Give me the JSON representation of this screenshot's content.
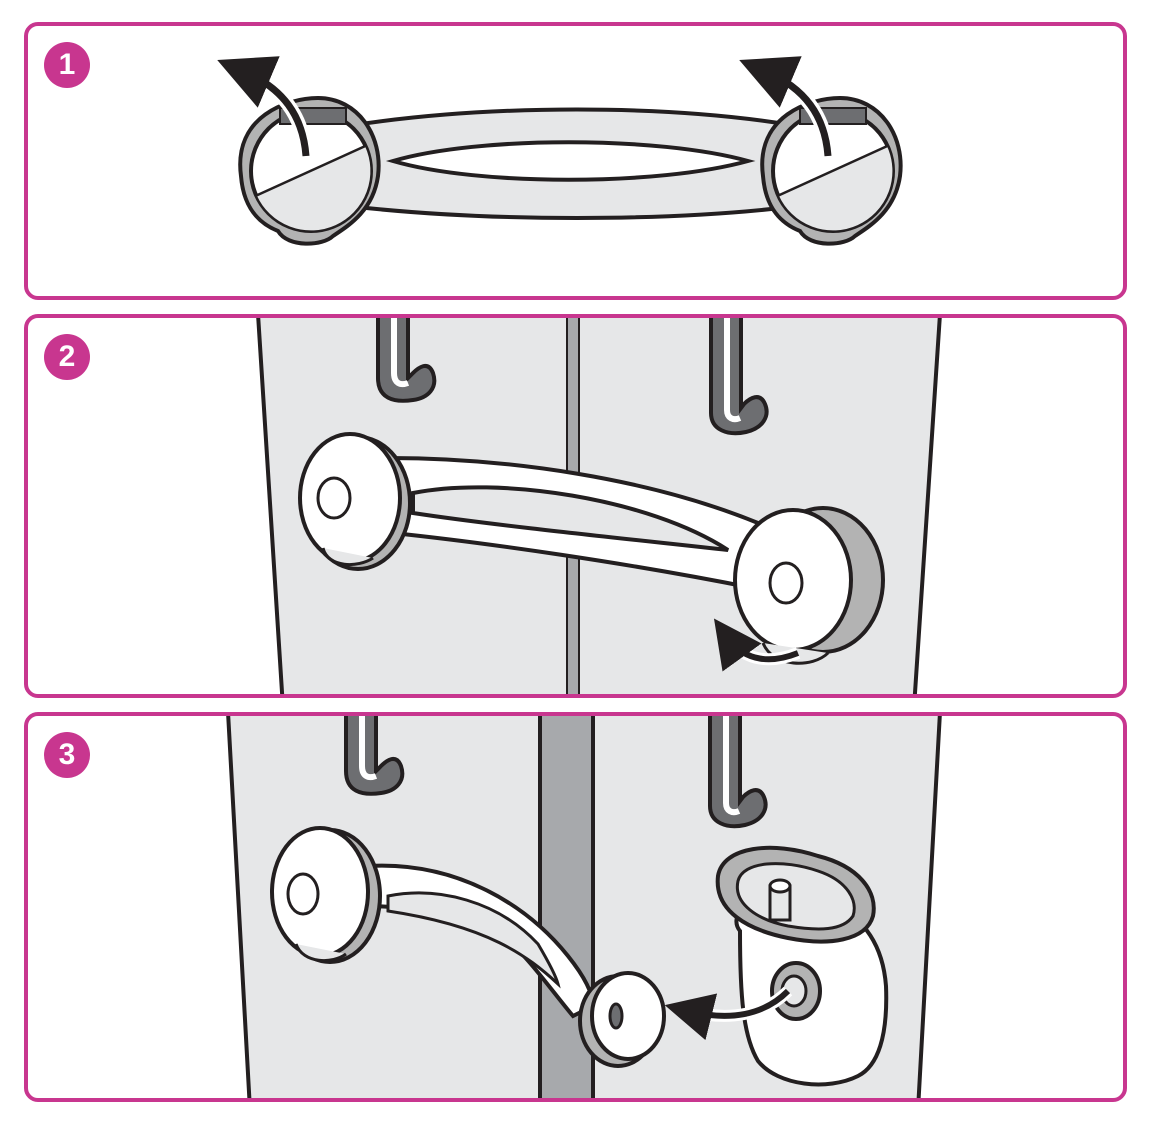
{
  "steps": [
    {
      "number": "1",
      "image": "strap-with-two-round-adhesive-pads-arrows-lifting-covers"
    },
    {
      "number": "2",
      "image": "lock-mounted-across-two-cabinet-doors-arrow-at-right-pad"
    },
    {
      "number": "3",
      "image": "lock-released-button-pulled-out-of-right-mount"
    }
  ],
  "colors": {
    "frame": "#c8368f",
    "door": "#e6e7e8",
    "handle": "#6d6e71",
    "outline": "#231f20",
    "pad_gray": "#b3b3b3",
    "door_gap": "#a7a9ac"
  }
}
